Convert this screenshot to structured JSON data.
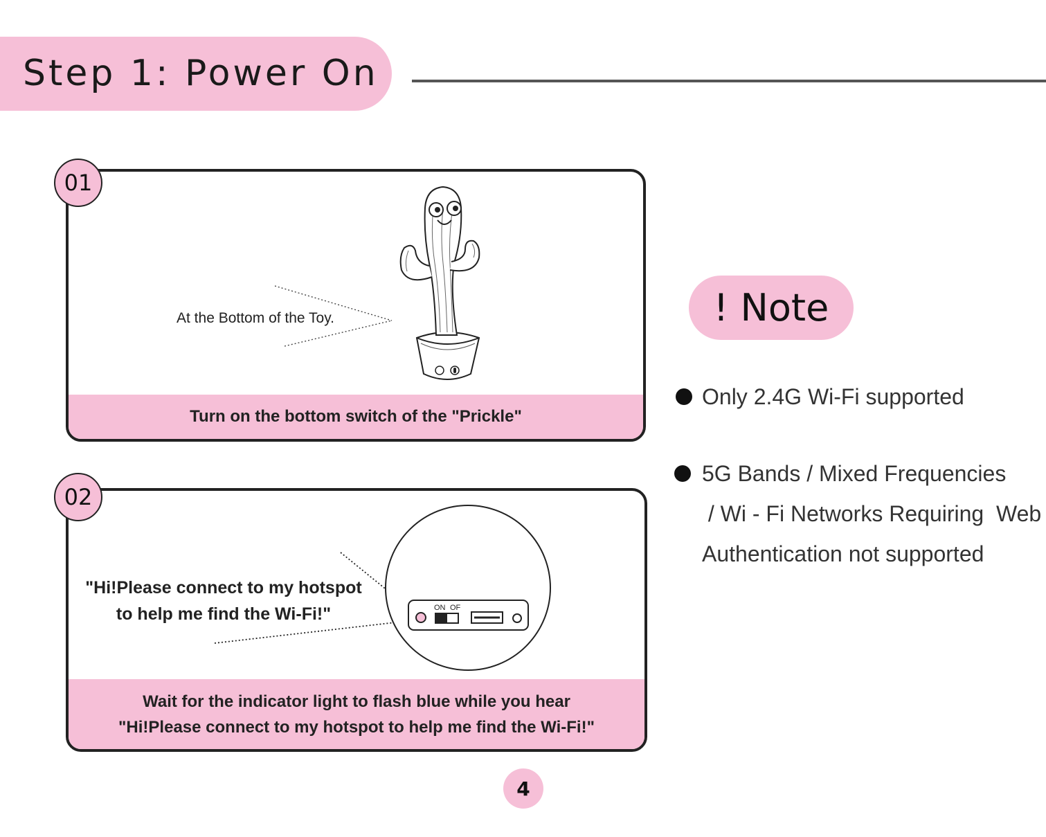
{
  "header": {
    "title": "Step 1: Power On"
  },
  "steps": [
    {
      "number": "01",
      "callout": "At the Bottom of the Toy.",
      "caption": "Turn on the bottom switch of the \"Prickle\""
    },
    {
      "number": "02",
      "callout_lines": [
        "\"Hi!Please connect to my hotspot",
        "to help me find the Wi-Fi!\""
      ],
      "switch_labels": {
        "on": "ON",
        "off": "OF"
      },
      "caption_lines": [
        "Wait for the indicator light to flash blue while you hear",
        "\"Hi!Please connect to my hotspot to help me find the Wi-Fi!\""
      ]
    }
  ],
  "note": {
    "title": "! Note",
    "items": [
      {
        "lines": [
          "Only 2.4G Wi-Fi supported"
        ]
      },
      {
        "lines": [
          "5G Bands / Mixed Frequencies",
          " / Wi - Fi Networks Requiring  Web",
          "Authentication not supported"
        ]
      }
    ]
  },
  "page_number": "4",
  "colors": {
    "accent_pink": "#f6bfd7",
    "outline": "#222222"
  }
}
